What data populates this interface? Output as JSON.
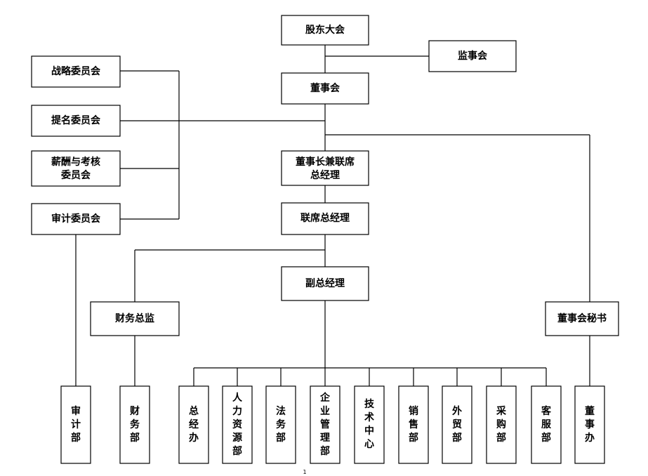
{
  "org_chart": {
    "shareholders_meeting": "股东大会",
    "supervisory_board": "监事会",
    "board_of_directors": "董事会",
    "strategy_committee": "战略委员会",
    "nomination_committee": "提名委员会",
    "compensation_committee": [
      "薪酬与考核",
      "委员会"
    ],
    "audit_committee": "审计委员会",
    "chairman_co_gm": [
      "董事长兼联席",
      "总经理"
    ],
    "co_gm": "联席总经理",
    "deputy_gm": "副总经理",
    "cfo": "财务总监",
    "board_secretary": "董事会秘书",
    "departments": {
      "audit_dept": [
        "审",
        "计",
        "部"
      ],
      "finance_dept": [
        "财",
        "务",
        "部"
      ],
      "gm_office": [
        "总",
        "经",
        "办"
      ],
      "hr_dept": [
        "人",
        "力",
        "资",
        "源",
        "部"
      ],
      "legal_dept": [
        "法",
        "务",
        "部"
      ],
      "enterprise_mgmt_dept": [
        "企",
        "业",
        "管",
        "理",
        "部"
      ],
      "tech_center": [
        "技",
        "术",
        "中",
        "心"
      ],
      "sales_dept": [
        "销",
        "售",
        "部"
      ],
      "foreign_trade_dept": [
        "外",
        "贸",
        "部"
      ],
      "purchasing_dept": [
        "采",
        "购",
        "部"
      ],
      "customer_service_dept": [
        "客",
        "服",
        "部"
      ],
      "board_office": [
        "董",
        "事",
        "办"
      ]
    },
    "page_number": "1"
  }
}
